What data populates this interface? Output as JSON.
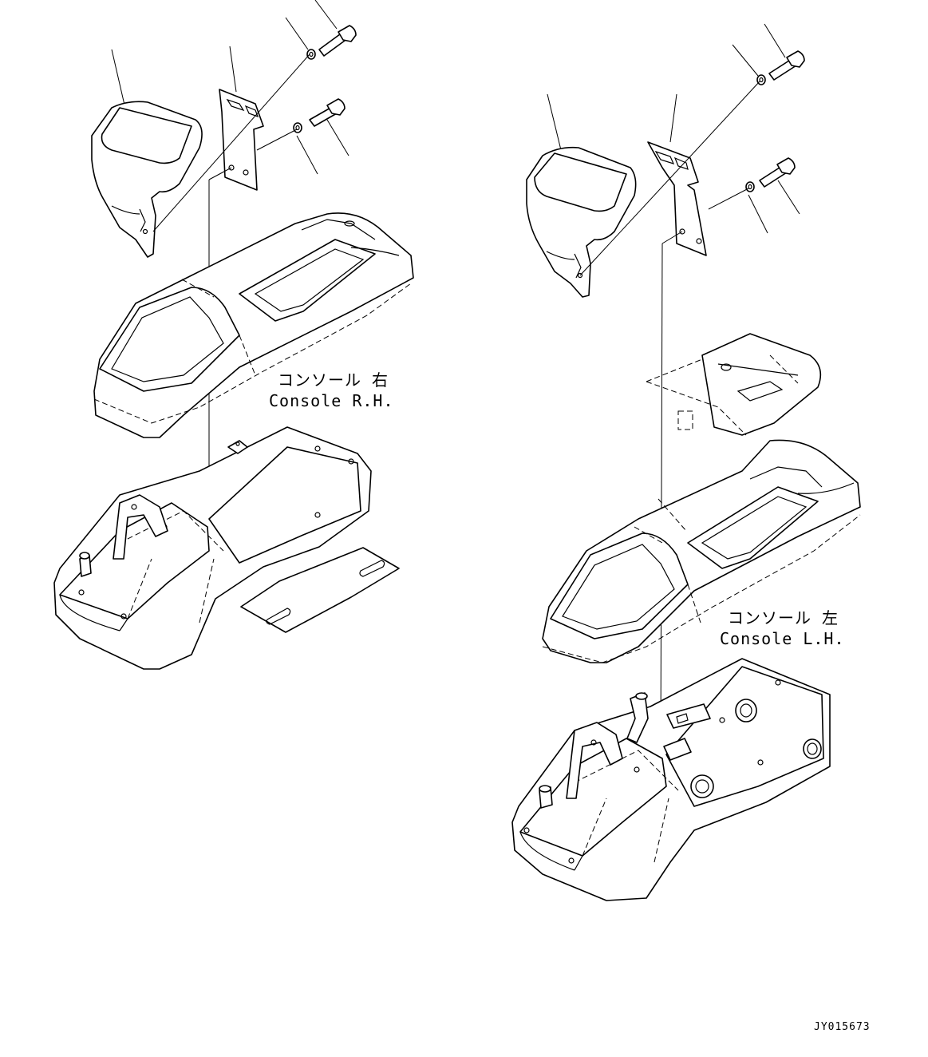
{
  "right_console": {
    "label_jp": "コンソール 右",
    "label_en": "Console R.H."
  },
  "left_console": {
    "label_jp": "コンソール 左",
    "label_en": "Console L.H."
  },
  "figure_id": "JY015673"
}
